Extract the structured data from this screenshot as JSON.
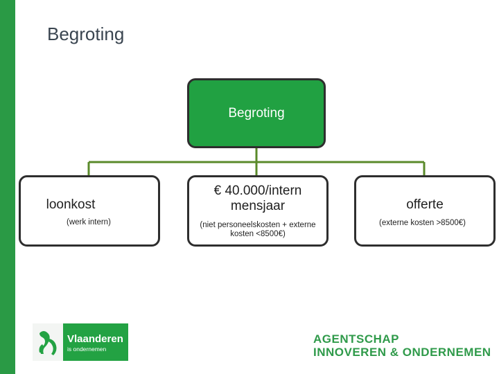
{
  "slide": {
    "title": "Begroting"
  },
  "colors": {
    "accent_green": "#21a142",
    "connector_green": "#5a8a2a",
    "border": "#2e2e2e"
  },
  "org_chart": {
    "root": {
      "label": "Begroting"
    },
    "children": [
      {
        "title": "loonkost",
        "subtitle": "(werk intern)"
      },
      {
        "title": "€ 40.000/intern mensjaar",
        "subtitle": "(niet personeelskosten + externe kosten <8500€)"
      },
      {
        "title": "offerte",
        "subtitle": "(externe kosten >8500€)"
      }
    ]
  },
  "footer": {
    "logo_left": {
      "name": "Vlaanderen",
      "tagline": "is ondernemen",
      "icon": "flemish-lion-icon"
    },
    "agency": {
      "line1": "AGENTSCHAP",
      "line2": "INNOVEREN & ONDERNEMEN"
    }
  }
}
